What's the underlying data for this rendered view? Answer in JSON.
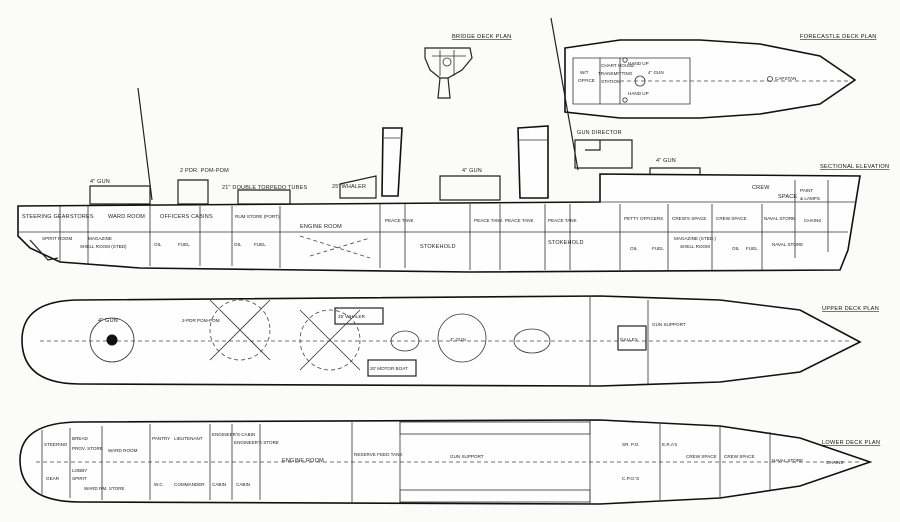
{
  "titles": {
    "bridge": "BRIDGE DECK PLAN",
    "forecastle": "FORECASTLE DECK PLAN",
    "sectional": "SECTIONAL ELEVATION",
    "upper": "UPPER DECK PLAN",
    "lower": "LOWER DECK PLAN"
  },
  "forecastle_labels": {
    "hand_up_1": "HAND UP",
    "hand_up_2": "HAND UP",
    "gun": "4\" GUN",
    "capstan": "CAPSTAN",
    "chart_house": "CHART HOUSE",
    "transmitting": "TRANSMITTING",
    "station": "STATION",
    "wt": "W/T",
    "office": "OFFICE"
  },
  "elevation_labels": {
    "gun_aft": "4\" GUN",
    "pom_pom": "2 PDR. POM-POM",
    "torpedo": "21\" DOUBLE TORPEDO TUBES",
    "whaler": "25' WHALER",
    "gun_mid": "4\" GUN",
    "gun_director": "GUN DIRECTOR",
    "gun_fwd": "4\" GUN",
    "steering_gear": "STEERING GEAR",
    "stores": "STORES",
    "ward_room": "WARD ROOM",
    "officers_cabins": "OFFICERS CABINS",
    "rum_store": "RUM STORE (PORT)",
    "engine_room": "ENGINE ROOM",
    "peace_tank_1": "PEACE TANK",
    "peace_tank_2": "PEACE TANK",
    "peace_tank_3": "PEACE TANK",
    "peace_tank_4": "PEACE TANK",
    "stokehold_1": "STOKEHOLD",
    "stokehold_2": "STOKEHOLD",
    "petty_officers": "PETTY OFFICERS",
    "crews_space_1": "CREW'S SPACE",
    "crew_space_2": "CREW SPACE",
    "crew_space_top": "CREW",
    "space_top": "SPACE",
    "paint": "PAINT",
    "lamps": "& LAMPS",
    "naval_store_1": "NAVAL STORE",
    "chains": "CHAINS",
    "spirit_room": "SPIRIT ROOM",
    "magazine_aft": "MAGAZINE",
    "shell_room_aft": "SHELL ROOM (STBD)",
    "oil_1": "OIL",
    "fuel_1": "FUEL",
    "oil_2": "OIL",
    "fuel_2": "FUEL",
    "oil_3": "OIL",
    "fuel_3": "FUEL",
    "oil_4": "OIL",
    "fuel_4": "FUEL",
    "magazine_fwd": "MAGAZINE (STBD.)",
    "shell_room_fwd": "SHELL ROOM",
    "naval_store_2": "NAVAL STORE"
  },
  "upper_labels": {
    "gun_aft": "4\" GUN",
    "pom_pom": "2-PDR POM-POM",
    "whaler": "25' WHALER",
    "motor_boat": "20' MOTOR BOAT",
    "gun_mid": "4\" GUN",
    "galley": "GALLEY",
    "gun_support": "GUN SUPPORT"
  },
  "lower_labels": {
    "steering": "STEERING",
    "bread": "BREAD",
    "provisions": "PROV. STORE",
    "ward_room": "WARD ROOM",
    "pantry": "PANTRY",
    "lieutenant": "LIEUTENANT",
    "engineers_cabin": "ENGINEER'S CABIN",
    "engineers_store": "ENGINEER'S STORE",
    "engine_room": "ENGINE ROOM",
    "reserve_feed_tank": "RESERVE FEED TANK",
    "gun_support": "GUN SUPPORT",
    "sr_po": "SR. P.O.",
    "erar": "E.R.A's",
    "crew_space_1": "CREW SPACE",
    "crew_space_2": "CREW SPACE",
    "naval_store": "NAVAL STORE",
    "chains": "CHAINS",
    "gear": "GEAR",
    "lobby": "LOBBY",
    "spirit": "SPIRIT",
    "ward_rm_store": "WARD RM. STORE",
    "wc": "W.C.",
    "commander": "COMMANDER",
    "cabin_1": "CABIN",
    "cabin_2": "CABIN",
    "cpos": "C.P.O.'S"
  }
}
